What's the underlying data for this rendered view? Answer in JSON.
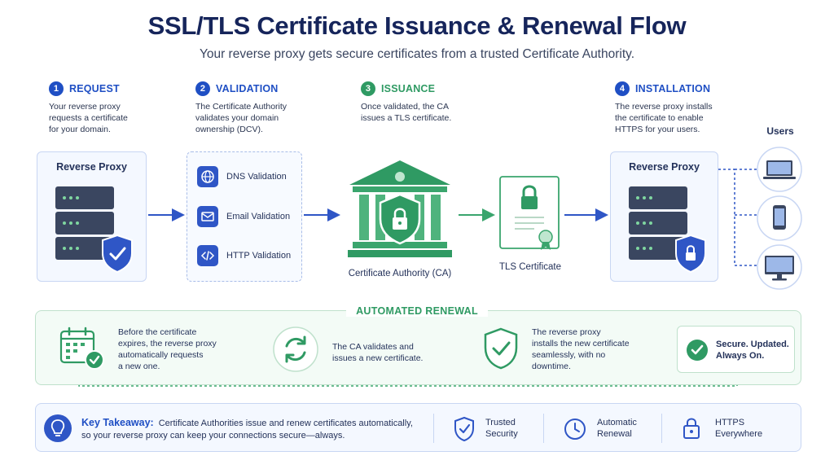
{
  "title": "SSL/TLS Certificate Issuance & Renewal Flow",
  "subtitle": "Your reverse proxy gets secure certificates from a trusted Certificate Authority.",
  "steps": [
    {
      "num": "1",
      "label": "REQUEST",
      "desc": [
        "Your reverse proxy",
        "requests a certificate",
        "for your domain."
      ]
    },
    {
      "num": "2",
      "label": "VALIDATION",
      "desc": [
        "The Certificate Authority",
        "validates your domain",
        "ownership (DCV)."
      ]
    },
    {
      "num": "3",
      "label": "ISSUANCE",
      "desc": [
        "Once validated, the CA",
        "issues a TLS certificate."
      ]
    },
    {
      "num": "4",
      "label": "INSTALLATION",
      "desc": [
        "The reverse proxy installs",
        "the certificate to enable",
        "HTTPS for your users."
      ]
    }
  ],
  "proxy_left": {
    "title": "Reverse Proxy"
  },
  "validation_methods": [
    "DNS Validation",
    "Email Validation",
    "HTTP Validation"
  ],
  "ca_label": "Certificate Authority (CA)",
  "cert_label": "TLS Certificate",
  "proxy_right": {
    "title": "Reverse Proxy"
  },
  "users_label": "Users",
  "renewal": {
    "title": "AUTOMATED RENEWAL",
    "step1": [
      "Before the certificate",
      "expires, the reverse proxy",
      "automatically requests",
      "a new one."
    ],
    "step2": [
      "The CA validates and",
      "issues a new certificate."
    ],
    "step3": [
      "The reverse proxy",
      "installs the new certificate",
      "seamlessly, with no",
      "downtime."
    ],
    "result": [
      "Secure. Updated.",
      "Always On."
    ]
  },
  "takeaway": {
    "label": "Key Takeaway:",
    "text1": "Certificate Authorities issue and renew certificates automatically,",
    "text2": "so your reverse proxy can keep your connections secure—always.",
    "badges": [
      {
        "icon": "shield-check-icon",
        "lines": [
          "Trusted",
          "Security"
        ]
      },
      {
        "icon": "clock-icon",
        "lines": [
          "Automatic",
          "Renewal"
        ]
      },
      {
        "icon": "padlock-icon",
        "lines": [
          "HTTPS",
          "Everywhere"
        ]
      }
    ]
  },
  "colors": {
    "navy": "#16255b",
    "blue": "#1f4fc4",
    "green": "#2f9a63",
    "server": "#3a4660"
  }
}
